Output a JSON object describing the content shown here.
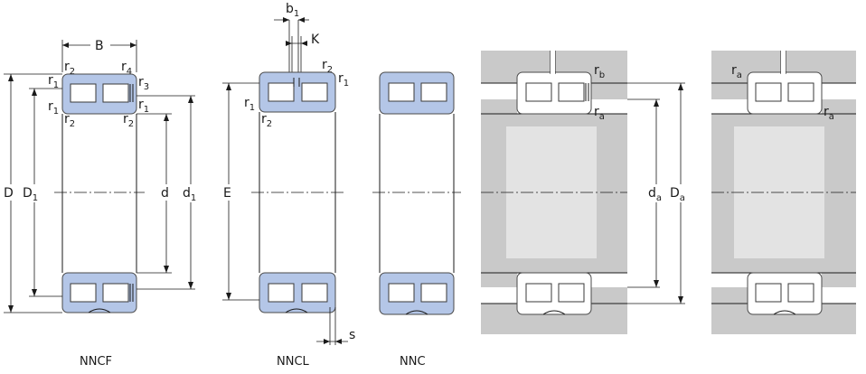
{
  "labels": {
    "B": "B",
    "b1": "b",
    "b1_sub": "1",
    "K": "K",
    "s": "s",
    "D": "D",
    "D1": "D",
    "D1_sub": "1",
    "d": "d",
    "d1": "d",
    "d1_sub": "1",
    "E": "E",
    "r": "r",
    "sub_1": "1",
    "sub_2": "2",
    "sub_3": "3",
    "sub_4": "4",
    "sub_a": "a",
    "sub_b": "b",
    "da": "d",
    "Da": "D"
  },
  "captions": {
    "nncf": "NNCF",
    "nncl": "NNCL",
    "nnc": "NNC"
  },
  "colors": {
    "ring_fill": "#b4c6e7",
    "housing_gray": "#c9c9c9"
  }
}
